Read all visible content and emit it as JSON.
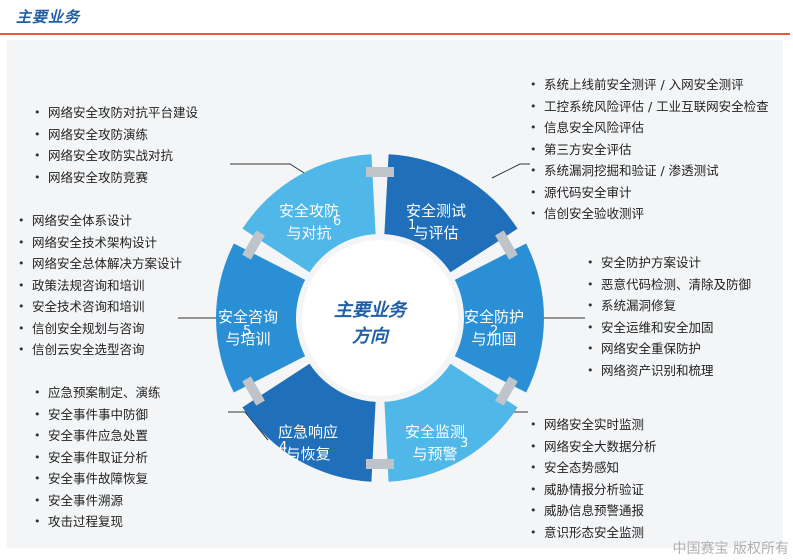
{
  "header": {
    "title": "主要业务"
  },
  "center": {
    "line1": "主要业务",
    "line2": "方向"
  },
  "segments": [
    {
      "label": "安全测试\n与评估",
      "num": "1",
      "color": "#1f6fba",
      "items": [
        "系统上线前安全测评 / 入网安全测评",
        "工控系统风险评估 / 工业互联网安全检查",
        "信息安全风险评估",
        "第三方安全评估",
        "系统漏洞挖掘和验证 / 渗透测试",
        "源代码安全审计",
        "信创安全验收测评"
      ]
    },
    {
      "label": "安全防护\n与加固",
      "num": "2",
      "color": "#2b8fd6",
      "items": [
        "安全防护方案设计",
        "恶意代码检测、清除及防御",
        "系统漏洞修复",
        "安全运维和安全加固",
        "网络安全重保防护",
        "网络资产识别和梳理"
      ]
    },
    {
      "label": "安全监测\n与预警",
      "num": "3",
      "color": "#4fb8e8",
      "items": [
        "网络安全实时监测",
        "网络安全大数据分析",
        "安全态势感知",
        "威胁情报分析验证",
        "威胁信息预警通报",
        "意识形态安全监测"
      ]
    },
    {
      "label": "应急响应\n与恢复",
      "num": "4",
      "color": "#1f6fba",
      "items": [
        "应急预案制定、演练",
        "安全事件事中防御",
        "安全事件应急处置",
        "安全事件取证分析",
        "安全事件故障恢复",
        "安全事件溯源",
        "攻击过程复现"
      ]
    },
    {
      "label": "安全咨询\n与培训",
      "num": "5",
      "color": "#2b8fd6",
      "items": [
        "网络安全体系设计",
        "网络安全技术架构设计",
        "网络安全总体解决方案设计",
        "政策法规咨询和培训",
        "安全技术咨询和培训",
        "信创安全规划与咨询",
        "信创云安全选型咨询"
      ]
    },
    {
      "label": "安全攻防\n与对抗",
      "num": "6",
      "color": "#4fb8e8",
      "items": [
        "网络安全攻防对抗平台建设",
        "网络安全攻防演练",
        "网络安全攻防实战对抗",
        "网络安全攻防竞赛"
      ]
    }
  ],
  "watermark": "中国赛宝 版权所有"
}
